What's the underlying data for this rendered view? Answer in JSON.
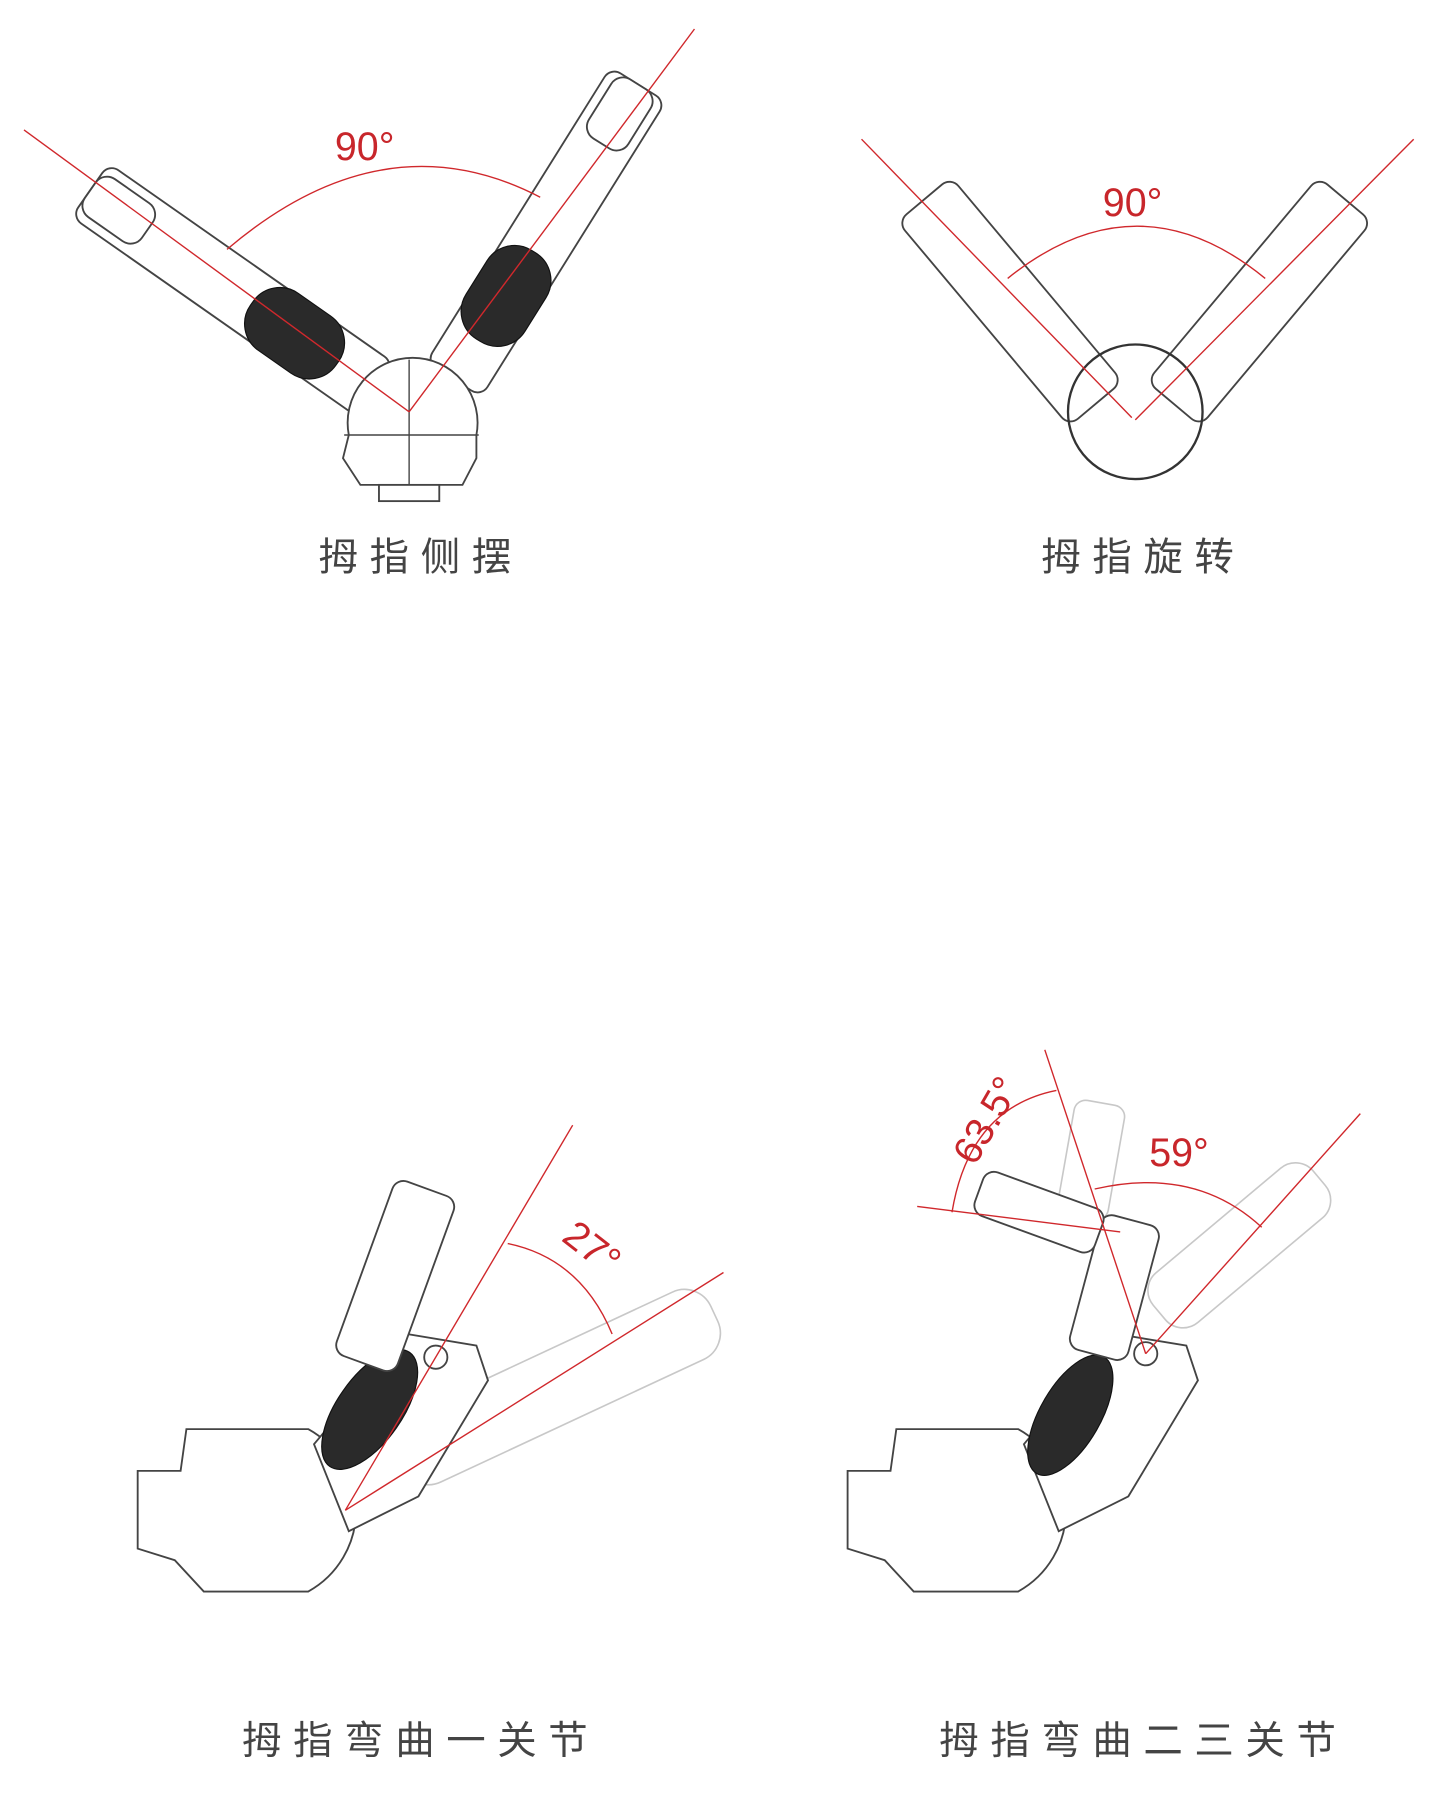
{
  "panels": [
    {
      "caption": "拇指侧摆",
      "angles": [
        "90°"
      ]
    },
    {
      "caption": "拇指旋转",
      "angles": [
        "90°"
      ]
    },
    {
      "caption": "拇指弯曲一关节",
      "angles": [
        "27°"
      ]
    },
    {
      "caption": "拇指弯曲二三关节",
      "angles": [
        "63.5°",
        "59°"
      ]
    }
  ],
  "colors": {
    "accent": "#d0282c",
    "line": "#444444"
  }
}
